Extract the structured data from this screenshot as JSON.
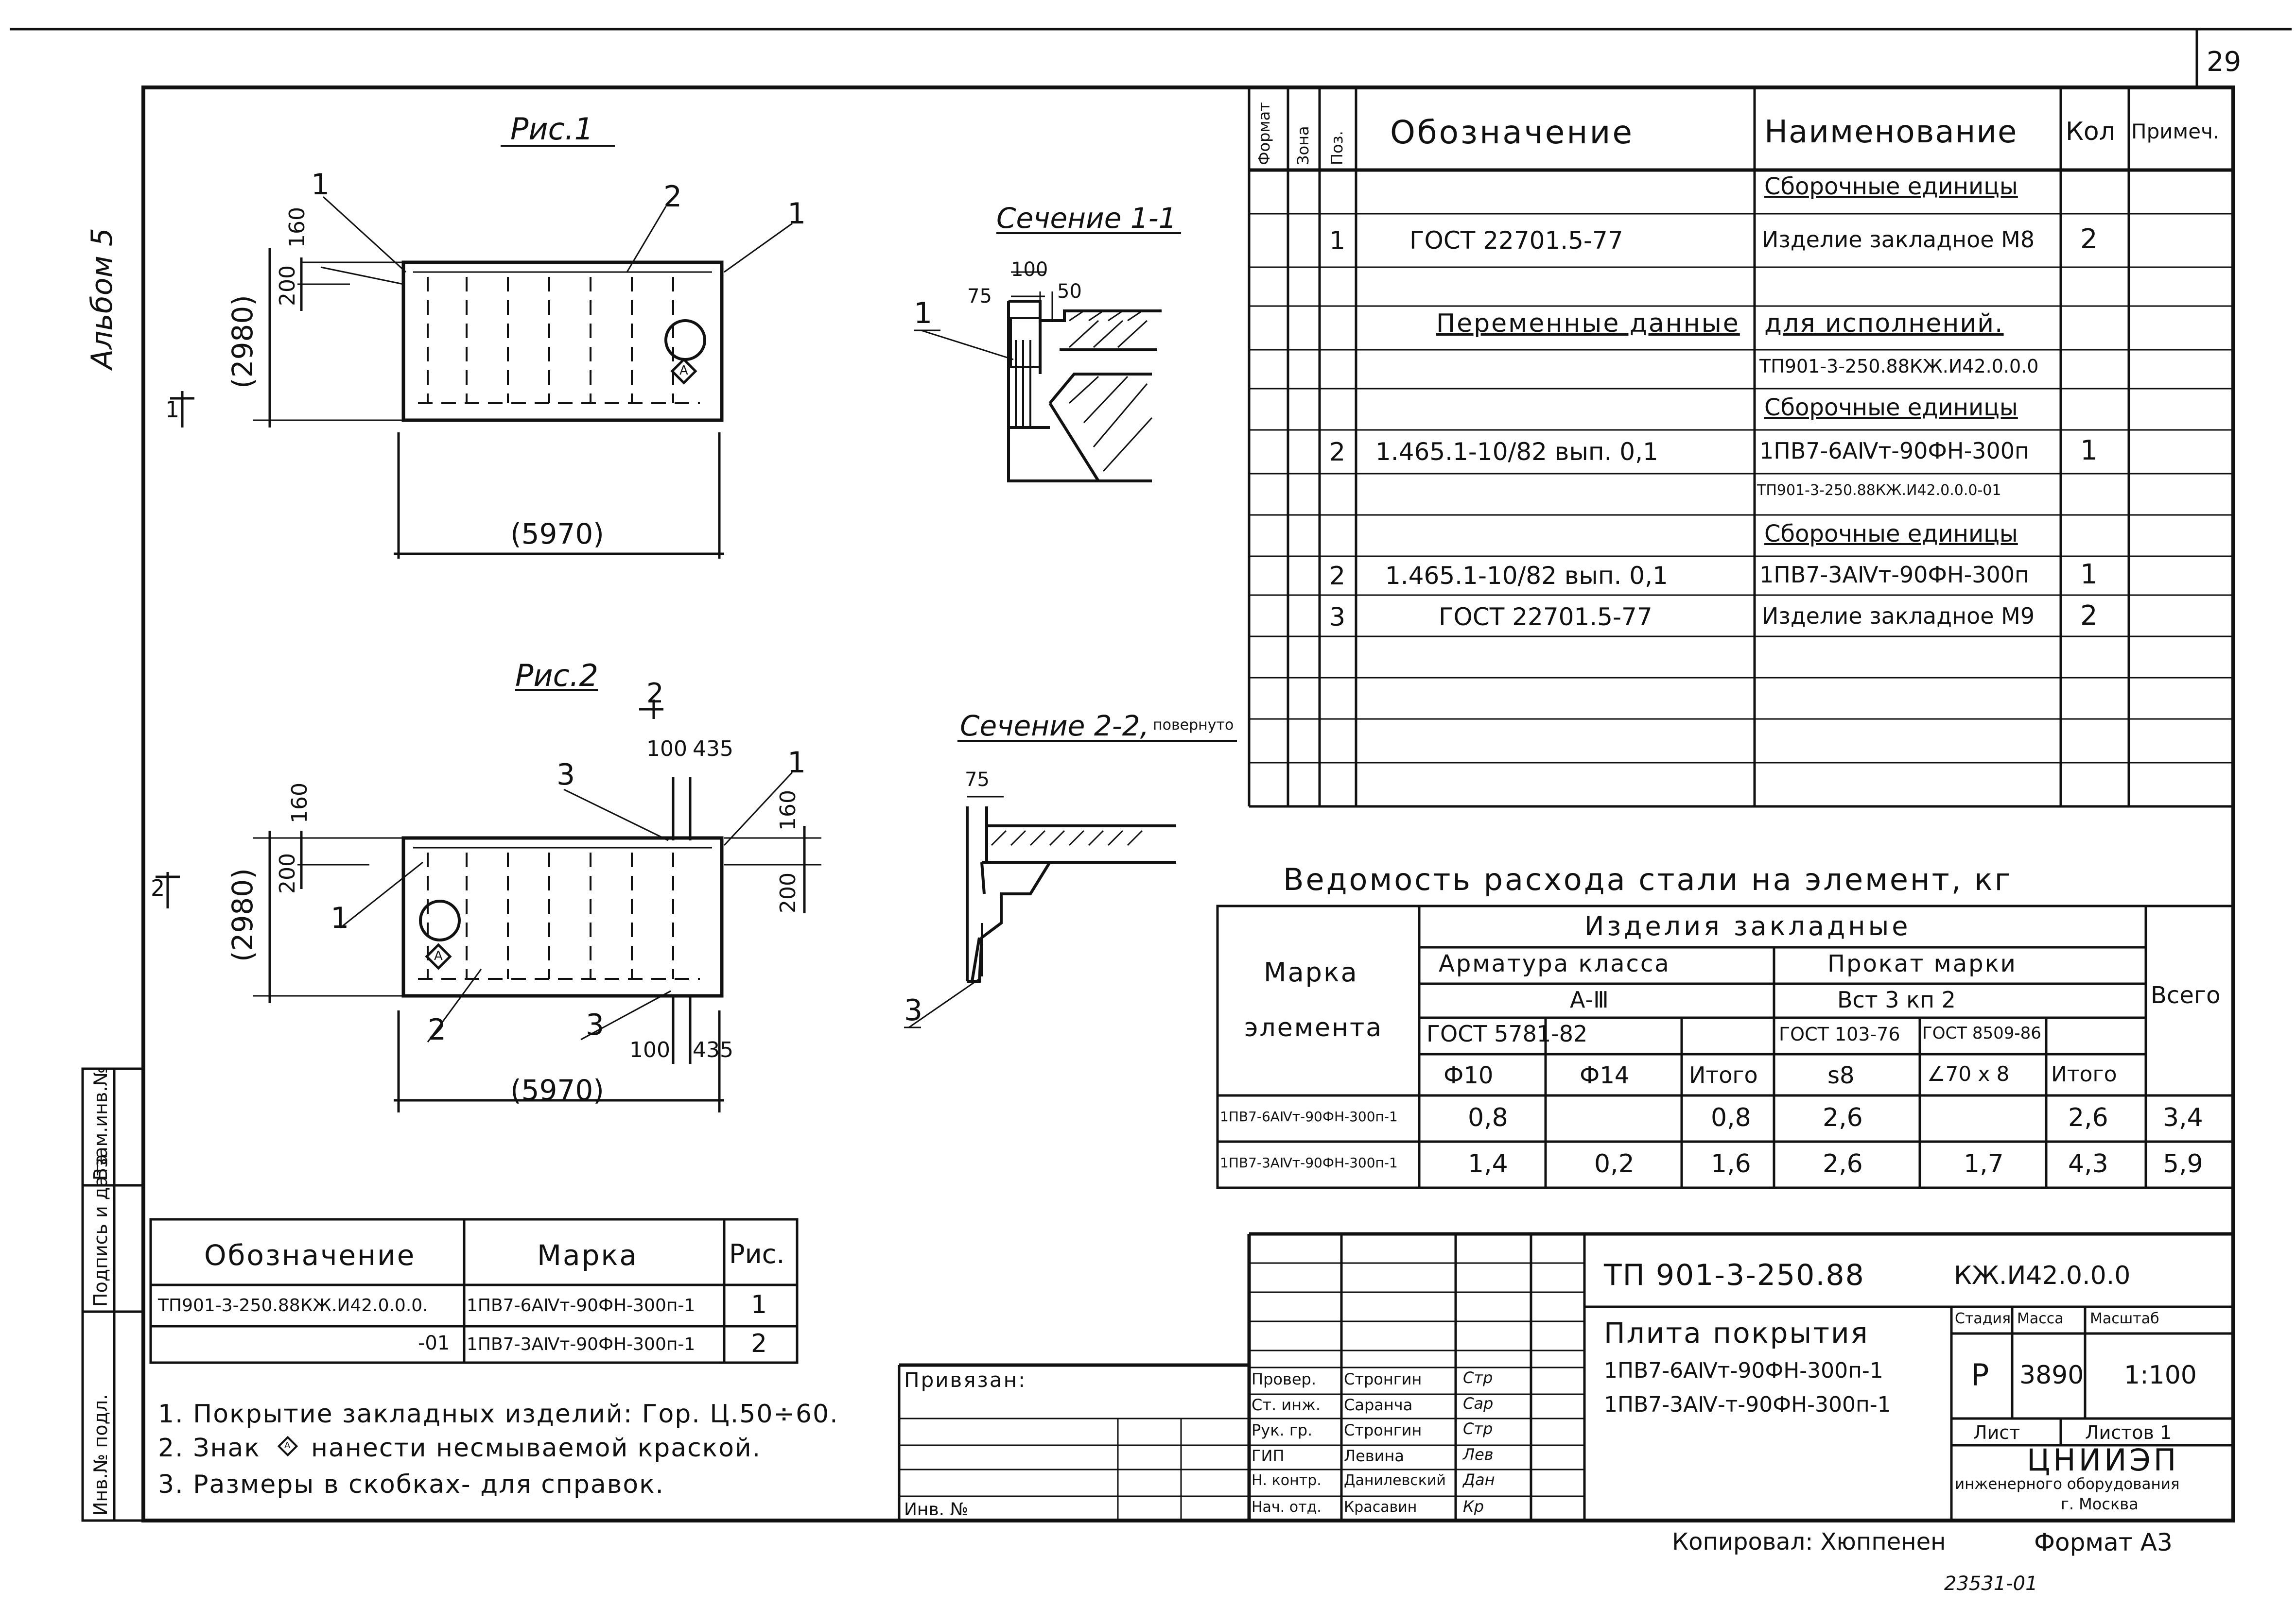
{
  "sheet": {
    "page_number": "29",
    "album": "Альбом 5",
    "copied_by": "Копировал: Хюппенен",
    "format": "Формат А3",
    "archive_no": "23531-01"
  },
  "side_stamp": {
    "inv_no": "Инв.№ подл.",
    "sign_date": "Подпись и дата",
    "vzam": "Взам.инв.№"
  },
  "fig1": {
    "title": "Рис.1",
    "dim_width": "(5970)",
    "dim_height": "(2980)",
    "dim_160": "160",
    "dim_200": "200",
    "callout_1a": "1",
    "callout_1b": "1",
    "callout_2": "2",
    "section_mark": "1",
    "sign": "А"
  },
  "fig2": {
    "title": "Рис.2",
    "dim_width": "(5970)",
    "dim_height": "(2980)",
    "dim_160a": "160",
    "dim_160b": "160",
    "dim_200a": "200",
    "dim_200b": "200",
    "dim_100a": "100",
    "dim_435a": "435",
    "dim_100b": "100",
    "dim_435b": "435",
    "callout_1a": "1",
    "callout_1b": "1",
    "callout_2a": "2",
    "callout_2b": "2",
    "callout_3a": "3",
    "callout_3b": "3",
    "section_mark": "2",
    "sign": "А"
  },
  "section11": {
    "title": "Сечение 1-1",
    "dim_100": "100",
    "dim_75": "75",
    "dim_50": "50",
    "callout": "1"
  },
  "section22": {
    "title": "Сечение 2-2,",
    "title_suffix": "повернуто",
    "dim_75": "75",
    "callout": "3"
  },
  "spec": {
    "headers": {
      "format": "Формат",
      "zone": "Зона",
      "pos": "Поз.",
      "designation": "Обозначение",
      "name": "Наименование",
      "qty": "Кол",
      "note": "Примеч."
    },
    "rows": [
      {
        "pos": "",
        "designation": "",
        "name": "Сборочные единицы",
        "qty": "",
        "underline": true
      },
      {
        "pos": "1",
        "designation": "ГОСТ 22701.5-77",
        "name": "Изделие закладное М8",
        "qty": "2"
      },
      {
        "pos": "",
        "designation": "",
        "name": "",
        "qty": ""
      },
      {
        "pos": "",
        "designation": "Переменные данные",
        "name": "для исполнений.",
        "qty": "",
        "underline": true
      },
      {
        "pos": "",
        "designation": "",
        "name": "ТП901-3-250.88КЖ.И42.0.0.0",
        "qty": ""
      },
      {
        "pos": "",
        "designation": "",
        "name": "Сборочные единицы",
        "qty": "",
        "underline": true
      },
      {
        "pos": "2",
        "designation": "1.465.1-10/82 вып. 0,1",
        "name": "1ПВ7-6АⅣт-90ФН-300п",
        "qty": "1"
      },
      {
        "pos": "",
        "designation": "",
        "name": "ТП901-3-250.88КЖ.И42.0.0.0-01",
        "qty": ""
      },
      {
        "pos": "",
        "designation": "",
        "name": "Сборочные единицы",
        "qty": "",
        "underline": true
      },
      {
        "pos": "2",
        "designation": "1.465.1-10/82 вып. 0,1",
        "name": "1ПВ7-3АⅣт-90ФН-300п",
        "qty": "1"
      },
      {
        "pos": "3",
        "designation": "ГОСТ 22701.5-77",
        "name": "Изделие закладное М9",
        "qty": "2"
      }
    ]
  },
  "steel": {
    "title": "Ведомость расхода стали на элемент, кг",
    "h_mark1": "Марка",
    "h_mark2": "элемента",
    "h_embedded": "Изделия закладные",
    "h_rebar": "Арматура класса",
    "h_rebar_class": "А-Ⅲ",
    "h_rebar_gost": "ГОСТ 5781-82",
    "h_rolled": "Прокат марки",
    "h_rolled_grade": "Вст 3 кп 2",
    "h_gost103": "ГОСТ 103-76",
    "h_gost8509": "ГОСТ 8509-86",
    "h_d10": "Ф10",
    "h_d14": "Ф14",
    "h_total1": "Итого",
    "h_s8": "s8",
    "h_angle": "∠70 x 8",
    "h_total2": "Итого",
    "h_all": "Всего",
    "rows": [
      {
        "mark": "1ПВ7-6АⅣт-90ФН-300п-1",
        "d10": "0,8",
        "d14": "",
        "total1": "0,8",
        "s8": "2,6",
        "angle": "",
        "total2": "2,6",
        "all": "3,4"
      },
      {
        "mark": "1ПВ7-3АⅣт-90ФН-300п-1",
        "d10": "1,4",
        "d14": "0,2",
        "total1": "1,6",
        "s8": "2,6",
        "angle": "1,7",
        "total2": "4,3",
        "all": "5,9"
      }
    ]
  },
  "marks": {
    "h_designation": "Обозначение",
    "h_mark": "Марка",
    "h_fig": "Рис.",
    "rows": [
      {
        "designation": "ТП901-3-250.88КЖ.И42.0.0.0.",
        "mark": "1ПВ7-6АⅣт-90ФН-300п-1",
        "fig": "1"
      },
      {
        "designation": "-01",
        "mark": "1ПВ7-3АⅣт-90ФН-300п-1",
        "fig": "2"
      }
    ]
  },
  "notes": [
    "1. Покрытие закладных изделий: Гор. Ц.50÷60.",
    "2. Знак",
    "нанести несмываемой краской.",
    "3. Размеры в скобках- для справок."
  ],
  "note2_sign": "А",
  "titleblock": {
    "privyazan": "Привязан:",
    "inv_no": "Инв. №",
    "code": "ТП 901-3-250.88",
    "code_suffix": "КЖ.И42.0.0.0",
    "object_title": "Плита покрытия",
    "object_line1": "1ПВ7-6АⅣт-90ФН-300п-1",
    "object_line2": "1ПВ7-3АⅣ-т-90ФН-300п-1",
    "h_stage": "Стадия",
    "h_mass": "Масса",
    "h_scale": "Масштаб",
    "stage": "Р",
    "mass": "3890",
    "scale": "1:100",
    "sheet": "Лист",
    "sheets": "Листов 1",
    "org": "ЦНИИЭП",
    "org2": "инженерного оборудования",
    "org3": "г. Москва",
    "signers": [
      {
        "role": "Провер.",
        "name": "Стронгин",
        "sign": "Стр"
      },
      {
        "role": "Ст. инж.",
        "name": "Саранча",
        "sign": "Сар"
      },
      {
        "role": "Рук. гр.",
        "name": "Стронгин",
        "sign": "Стр"
      },
      {
        "role": "ГИП",
        "name": "Левина",
        "sign": "Лев"
      },
      {
        "role": "Н. контр.",
        "name": "Данилевский",
        "sign": "Дан"
      },
      {
        "role": "Нач. отд.",
        "name": "Красавин",
        "sign": "Кр"
      }
    ]
  }
}
